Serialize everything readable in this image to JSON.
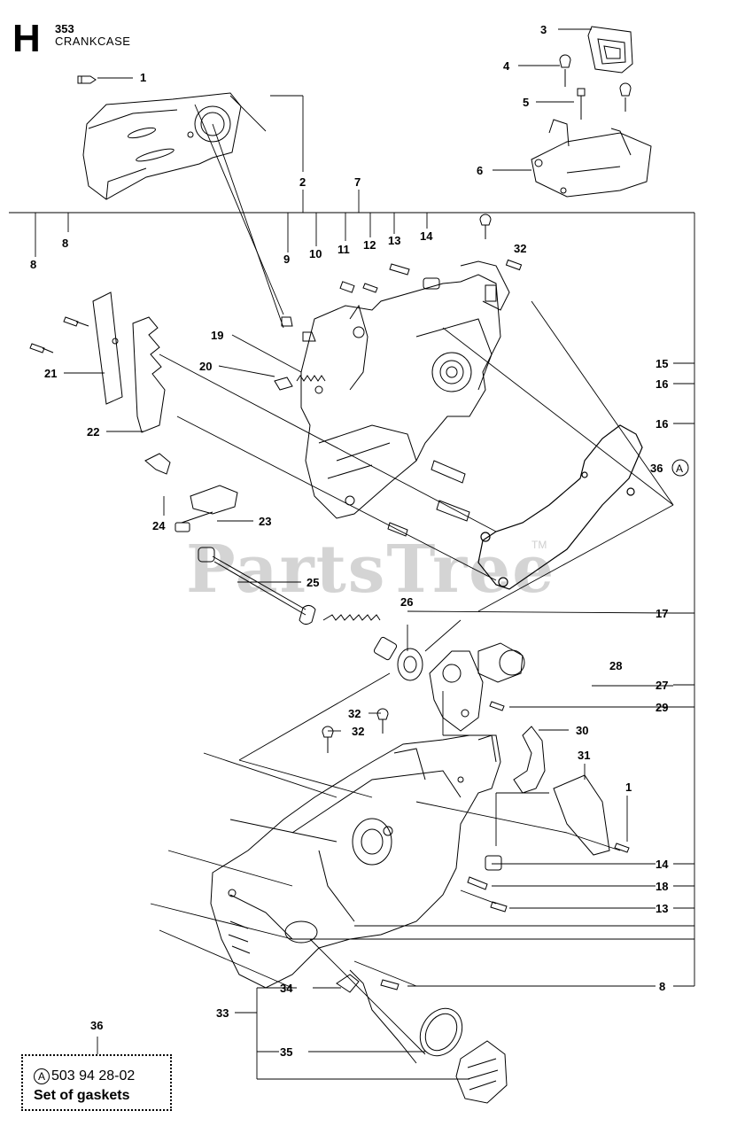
{
  "header": {
    "section_letter": "H",
    "model": "353",
    "title": "CRANKCASE"
  },
  "watermark": {
    "text": "PartsTree",
    "tm": "TM"
  },
  "callouts": {
    "c1": "1",
    "c2": "2",
    "c3": "3",
    "c4": "4",
    "c5": "5",
    "c6": "6",
    "c7": "7",
    "c8": "8",
    "c9": "9",
    "c10": "10",
    "c11": "11",
    "c12": "12",
    "c13": "13",
    "c14": "14",
    "c15": "15",
    "c16": "16",
    "c17": "17",
    "c18": "18",
    "c19": "19",
    "c20": "20",
    "c21": "21",
    "c22": "22",
    "c23": "23",
    "c24": "24",
    "c25": "25",
    "c26": "26",
    "c27": "27",
    "c28": "28",
    "c29": "29",
    "c30": "30",
    "c31": "31",
    "c32": "32",
    "c33": "33",
    "c34": "34",
    "c35": "35",
    "c36": "36",
    "circleA": "A"
  },
  "kit": {
    "ref": "36",
    "marker": "A",
    "part_number": "503 94 28-02",
    "name": "Set of gaskets"
  },
  "colors": {
    "line": "#000000",
    "watermark": "#d4d4d4",
    "background": "#ffffff"
  }
}
